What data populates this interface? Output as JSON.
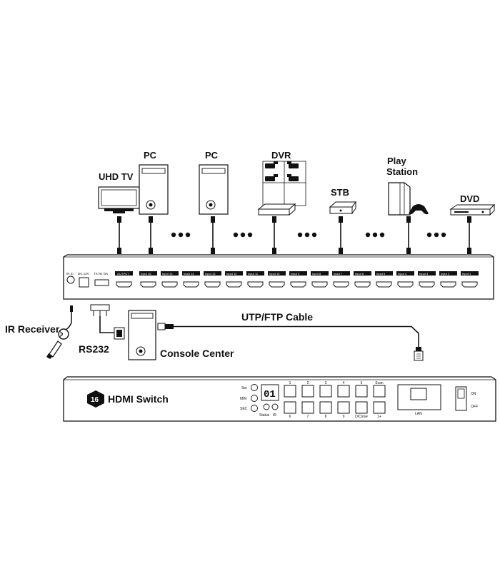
{
  "devices": {
    "uhd_tv": "UHD TV",
    "pc_left": "PC",
    "pc_right": "PC",
    "dvr": "DVR",
    "stb": "STB",
    "play_station_line1": "Play",
    "play_station_line2": "Station",
    "dvd": "DVD"
  },
  "rear_panel": {
    "ir_in": "IR In",
    "dc_12v": "DC 12V",
    "tx_rx_gnd": "TX Rx GK",
    "output": "OUTPUT",
    "inputs": [
      "Input 16",
      "Input 15",
      "Input 14",
      "Input 13",
      "Input 12",
      "Input 11",
      "Input 10",
      "Input 9",
      "Input 8",
      "Input 7",
      "Input 6",
      "Input 5",
      "Input 4",
      "Input 3",
      "Input 2",
      "Input 1"
    ]
  },
  "connections": {
    "ir_receiver": "IR Receiver",
    "rs232": "RS232",
    "console_center": "Console Center",
    "utp_cable": "UTP/FTP Cable"
  },
  "front_panel": {
    "logo_number": "16",
    "title": "HDMI Switch",
    "side_labels": [
      "Set",
      "MIN",
      "SEC"
    ],
    "display_value": "01",
    "status_label": "Status",
    "ir_label": "IR",
    "top_buttons": [
      "1",
      "2",
      "3",
      "4",
      "5",
      "Scan"
    ],
    "bottom_buttons": [
      "6",
      "7",
      "8",
      "9",
      "D/Close",
      "1+"
    ],
    "lan_label": "LAN",
    "power_on": "ON",
    "power_off": "OFF"
  }
}
